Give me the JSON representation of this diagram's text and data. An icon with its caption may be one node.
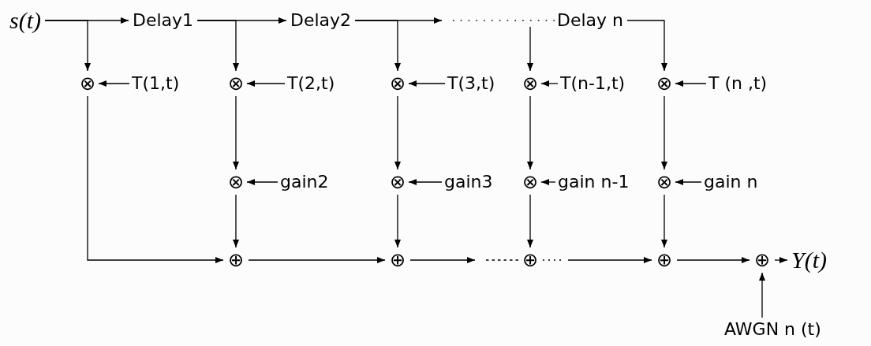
{
  "diagram": {
    "nodes": [
      {
        "text": [
          "s(t)"
        ]
      },
      {
        "text": [
          "Delay1"
        ]
      },
      {
        "text": [
          "Delay2"
        ]
      },
      {
        "text": [
          "Delay n"
        ]
      },
      {
        "text": [
          "⊗"
        ]
      },
      {
        "text": [
          "T(1,t)"
        ]
      },
      {
        "text": [
          "⊗"
        ]
      },
      {
        "text": [
          "T(2,t)"
        ]
      },
      {
        "text": [
          "⊗"
        ]
      },
      {
        "text": [
          "T(3,t)"
        ]
      },
      {
        "text": [
          "⊗"
        ]
      },
      {
        "text": [
          "T(n-1,t)"
        ]
      },
      {
        "text": [
          "⊗"
        ]
      },
      {
        "text": [
          "T (n ,t)"
        ]
      },
      {
        "text": [
          "⊗"
        ]
      },
      {
        "text": [
          "gain2"
        ]
      },
      {
        "text": [
          "⊗"
        ]
      },
      {
        "text": [
          "gain3"
        ]
      },
      {
        "text": [
          "⊗"
        ]
      },
      {
        "text": [
          "gain n-1"
        ]
      },
      {
        "text": [
          "⊗"
        ]
      },
      {
        "text": [
          "gain n"
        ]
      },
      {
        "text": [
          "⊕"
        ]
      },
      {
        "text": [
          "⊕"
        ]
      },
      {
        "text": [
          "⊕"
        ]
      },
      {
        "text": [
          "⊕"
        ]
      },
      {
        "text": [
          "⊕"
        ]
      },
      {
        "text": [
          "Y(t)"
        ]
      },
      {
        "text": [
          "AWGN n (t)"
        ]
      }
    ],
    "edges": [
      {
        "from": 0,
        "to": 1,
        "arrow": "to"
      },
      {
        "from": 1,
        "to": 2,
        "arrow": "to"
      },
      {
        "from": 2,
        "to": null,
        "arrow": "to"
      },
      {
        "from": null,
        "to": 3,
        "arrow": "none",
        "style": "dashed"
      },
      {
        "from": 0,
        "to": 4,
        "arrow": "to"
      },
      {
        "from": 1,
        "to": 6,
        "arrow": "to"
      },
      {
        "from": 2,
        "to": 8,
        "arrow": "to"
      },
      {
        "from": null,
        "to": 10,
        "arrow": "to"
      },
      {
        "from": 3,
        "to": 12,
        "arrow": "to"
      },
      {
        "from": 5,
        "to": 4,
        "arrow": "to"
      },
      {
        "from": 7,
        "to": 6,
        "arrow": "to"
      },
      {
        "from": 9,
        "to": 8,
        "arrow": "to"
      },
      {
        "from": 11,
        "to": 10,
        "arrow": "to"
      },
      {
        "from": 13,
        "to": 12,
        "arrow": "to"
      },
      {
        "from": 6,
        "to": 14,
        "arrow": "to"
      },
      {
        "from": 8,
        "to": 16,
        "arrow": "to"
      },
      {
        "from": 10,
        "to": 18,
        "arrow": "to"
      },
      {
        "from": 12,
        "to": 20,
        "arrow": "to"
      },
      {
        "from": 15,
        "to": 14,
        "arrow": "to"
      },
      {
        "from": 17,
        "to": 16,
        "arrow": "to"
      },
      {
        "from": 19,
        "to": 18,
        "arrow": "to"
      },
      {
        "from": 21,
        "to": 20,
        "arrow": "to"
      },
      {
        "from": 4,
        "to": 22,
        "arrow": "to"
      },
      {
        "from": 14,
        "to": 22,
        "arrow": "to"
      },
      {
        "from": 16,
        "to": 23,
        "arrow": "to"
      },
      {
        "from": 18,
        "to": 24,
        "arrow": "to"
      },
      {
        "from": 20,
        "to": 25,
        "arrow": "to"
      },
      {
        "from": 22,
        "to": 23,
        "arrow": "to"
      },
      {
        "from": 23,
        "to": null,
        "arrow": "to"
      },
      {
        "from": null,
        "to": 24,
        "arrow": "none",
        "style": "dashed"
      },
      {
        "from": 24,
        "to": null,
        "arrow": "none",
        "style": "dashed"
      },
      {
        "from": null,
        "to": 25,
        "arrow": "to"
      },
      {
        "from": 25,
        "to": 26,
        "arrow": "to"
      },
      {
        "from": 26,
        "to": 27,
        "arrow": "to"
      },
      {
        "from": 28,
        "to": 26,
        "arrow": "to"
      }
    ]
  }
}
